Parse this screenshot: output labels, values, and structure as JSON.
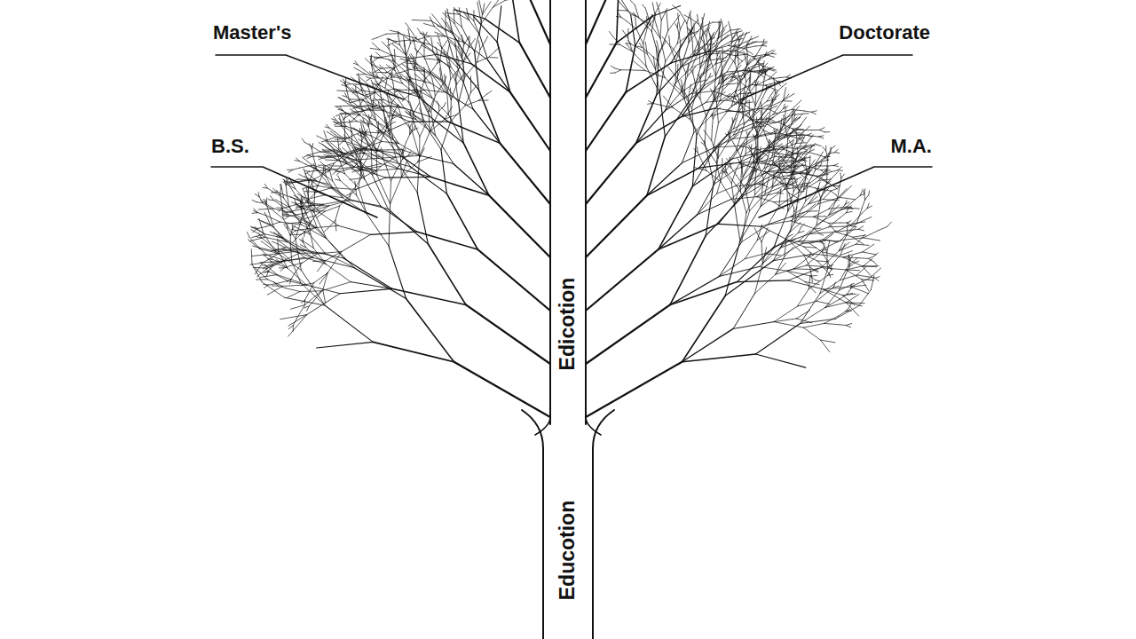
{
  "diagram": {
    "labels": [
      "Master's",
      "Doctorate",
      "B.S.",
      "M.A.",
      "Edicotion",
      "Educotion"
    ]
  }
}
